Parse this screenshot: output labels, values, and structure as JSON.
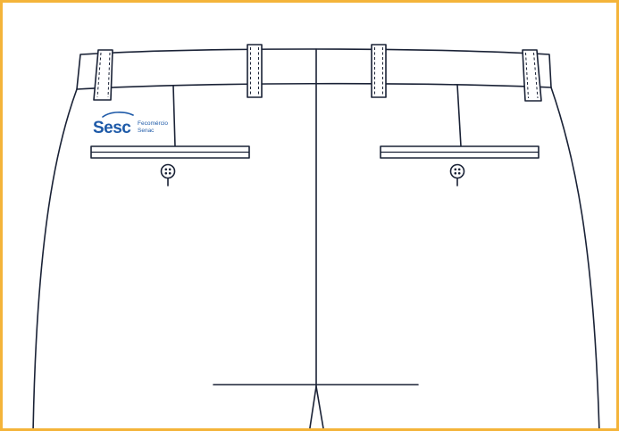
{
  "diagram": {
    "frame_color": "#f4b43a",
    "line_color": "#1a2236"
  },
  "logo": {
    "word": "Sesc",
    "line1": "Fecomércio",
    "line2": "Senac",
    "color": "#1e5aa8"
  }
}
